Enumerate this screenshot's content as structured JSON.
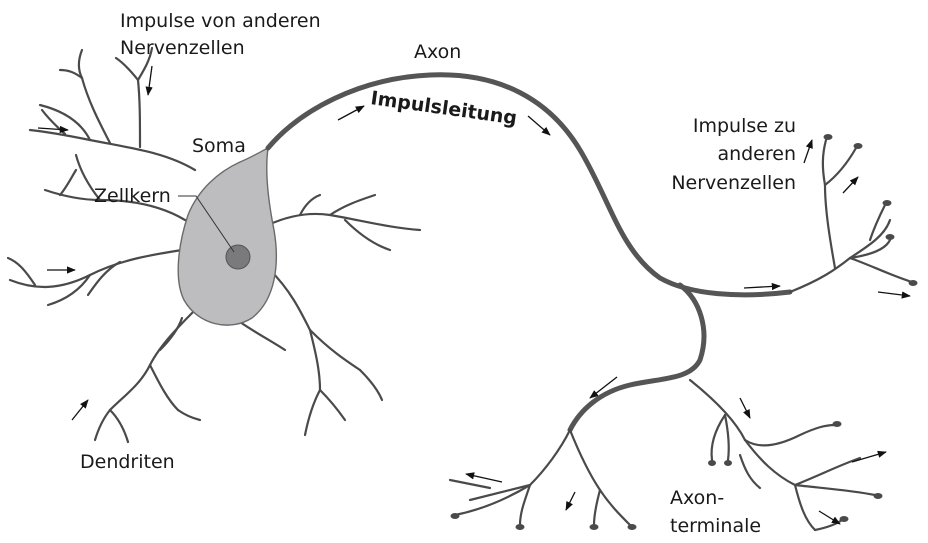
{
  "labels": {
    "impulses_in_line1": "Impulse von anderen",
    "impulses_in_line2": "Nervenzellen",
    "axon": "Axon",
    "impulse_conduction": "Impulsleitung",
    "soma": "Soma",
    "nucleus": "Zellkern",
    "impulses_out_line1": "Impulse zu",
    "impulses_out_line2": "anderen",
    "impulses_out_line3": "Nervenzellen",
    "dendrites": "Dendriten",
    "axon_terminal_line1": "Axon-",
    "axon_terminal_line2": "terminale"
  },
  "colors": {
    "soma_fill": "#bdbdbf",
    "nucleus_fill": "#7a7a7c",
    "line": "#4a4a4a",
    "axon": "#555555"
  }
}
